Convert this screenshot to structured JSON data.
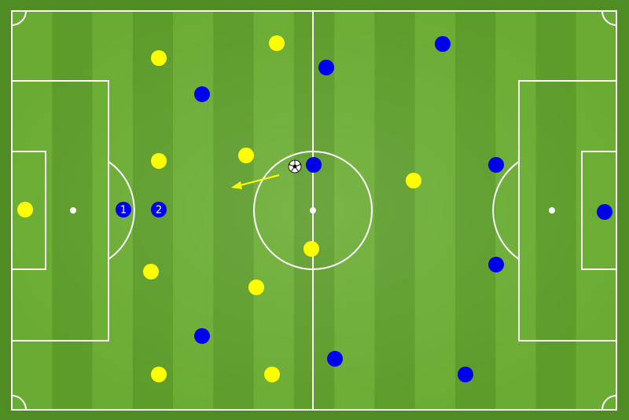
{
  "pitch": {
    "grass_dark": "#5c9c2a",
    "grass_light": "#6aac33",
    "border": "#4f8c24",
    "line_color": "#ffffff"
  },
  "teams": {
    "yellow": {
      "color": "#ffff00"
    },
    "blue": {
      "color": "#0000ee"
    }
  },
  "players": [
    {
      "team": "yellow",
      "label": "",
      "name": "yellow-goalkeeper"
    },
    {
      "team": "yellow",
      "label": "",
      "name": "yellow-player"
    },
    {
      "team": "yellow",
      "label": "",
      "name": "yellow-player"
    },
    {
      "team": "yellow",
      "label": "",
      "name": "yellow-player"
    },
    {
      "team": "yellow",
      "label": "",
      "name": "yellow-player"
    },
    {
      "team": "yellow",
      "label": "",
      "name": "yellow-player"
    },
    {
      "team": "yellow",
      "label": "",
      "name": "yellow-player"
    },
    {
      "team": "yellow",
      "label": "",
      "name": "yellow-player"
    },
    {
      "team": "yellow",
      "label": "",
      "name": "yellow-player"
    },
    {
      "team": "yellow",
      "label": "",
      "name": "yellow-player"
    },
    {
      "team": "yellow",
      "label": "",
      "name": "yellow-player"
    },
    {
      "team": "blue",
      "label": "1",
      "name": "blue-player-1"
    },
    {
      "team": "blue",
      "label": "2",
      "name": "blue-player-2"
    },
    {
      "team": "blue",
      "label": "",
      "name": "blue-player"
    },
    {
      "team": "blue",
      "label": "",
      "name": "blue-player"
    },
    {
      "team": "blue",
      "label": "",
      "name": "blue-player"
    },
    {
      "team": "blue",
      "label": "",
      "name": "blue-player"
    },
    {
      "team": "blue",
      "label": "",
      "name": "blue-player"
    },
    {
      "team": "blue",
      "label": "",
      "name": "blue-player"
    },
    {
      "team": "blue",
      "label": "",
      "name": "blue-player"
    },
    {
      "team": "blue",
      "label": "",
      "name": "blue-player"
    },
    {
      "team": "blue",
      "label": "",
      "name": "blue-player"
    },
    {
      "team": "blue",
      "label": "",
      "name": "blue-goalkeeper"
    }
  ],
  "ball": {
    "icon": "soccer-ball-icon"
  },
  "arrow": {
    "color": "#ffff00",
    "icon": "arrow-icon"
  }
}
